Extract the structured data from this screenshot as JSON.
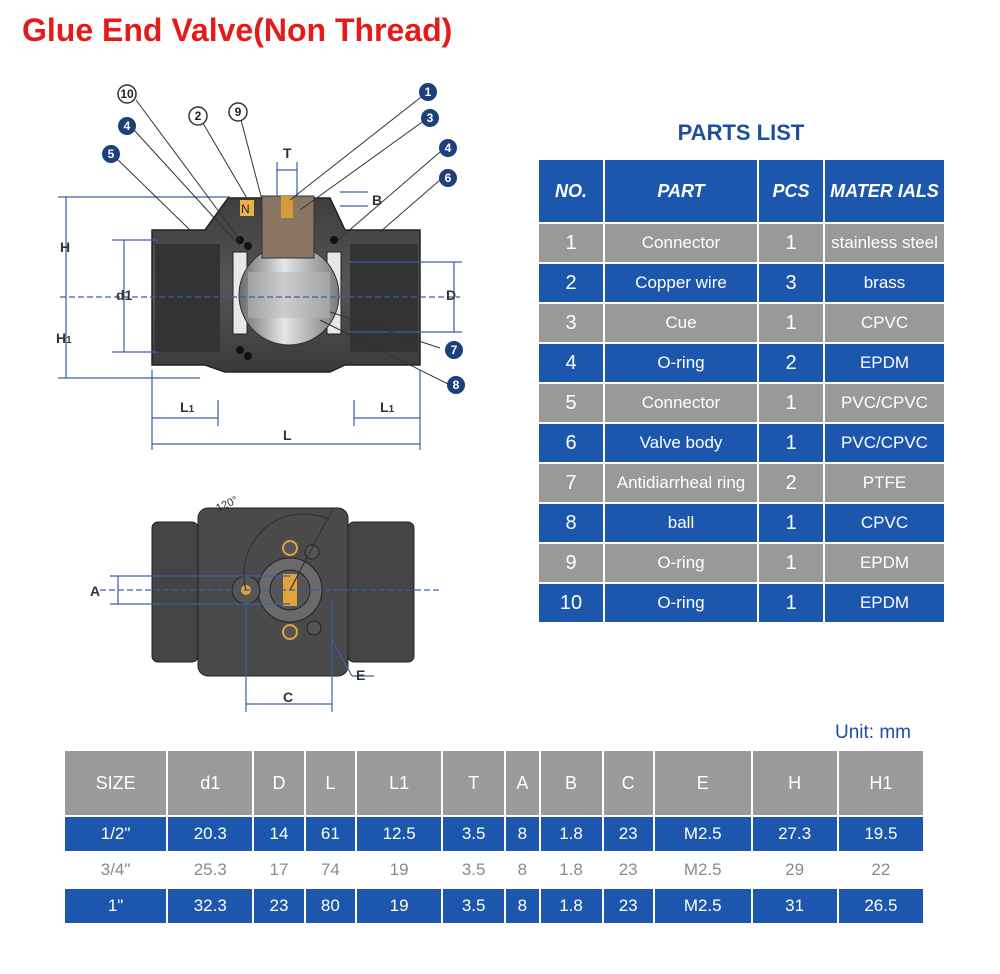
{
  "title": "Glue End Valve(Non Thread)",
  "parts_list": {
    "title": "PARTS  LIST",
    "headers": [
      "NO.",
      "PART",
      "PCS",
      "MATER IALS"
    ],
    "rows": [
      [
        "1",
        "Connector",
        "1",
        "stainless steel"
      ],
      [
        "2",
        "Copper wire",
        "3",
        "brass"
      ],
      [
        "3",
        "Cue",
        "1",
        "CPVC"
      ],
      [
        "4",
        "O-ring",
        "2",
        "EPDM"
      ],
      [
        "5",
        "Connector",
        "1",
        "PVC/CPVC"
      ],
      [
        "6",
        "Valve body",
        "1",
        "PVC/CPVC"
      ],
      [
        "7",
        "Antidiarrheal ring",
        "2",
        "PTFE"
      ],
      [
        "8",
        "ball",
        "1",
        "CPVC"
      ],
      [
        "9",
        "O-ring",
        "1",
        "EPDM"
      ],
      [
        "10",
        "O-ring",
        "1",
        "EPDM"
      ]
    ]
  },
  "unit": "Unit:  mm",
  "size_table": {
    "headers": [
      "SIZE",
      "d1",
      "D",
      "L",
      "L1",
      "T",
      "A",
      "B",
      "C",
      "E",
      "H",
      "H1"
    ],
    "rows": [
      [
        "1/2\"",
        "20.3",
        "14",
        "61",
        "12.5",
        "3.5",
        "8",
        "1.8",
        "23",
        "M2.5",
        "27.3",
        "19.5"
      ],
      [
        "3/4\"",
        "25.3",
        "17",
        "74",
        "19",
        "3.5",
        "8",
        "1.8",
        "23",
        "M2.5",
        "29",
        "22"
      ],
      [
        "1\"",
        "32.3",
        "23",
        "80",
        "19",
        "3.5",
        "8",
        "1.8",
        "23",
        "M2.5",
        "31",
        "26.5"
      ]
    ]
  },
  "drawing": {
    "callouts": [
      "10",
      "2",
      "9",
      "1",
      "3",
      "4",
      "5",
      "4",
      "6",
      "7",
      "8"
    ],
    "dims": {
      "T": "T",
      "B": "B",
      "H": "H",
      "H1": "H",
      "H1sub": "1",
      "d1": "d1",
      "D": "D",
      "L1a": "L",
      "L1b": "L",
      "L1sub": "1",
      "L": "L",
      "A": "A",
      "C": "C",
      "E": "E",
      "angle": "120°",
      "N": "N"
    }
  }
}
